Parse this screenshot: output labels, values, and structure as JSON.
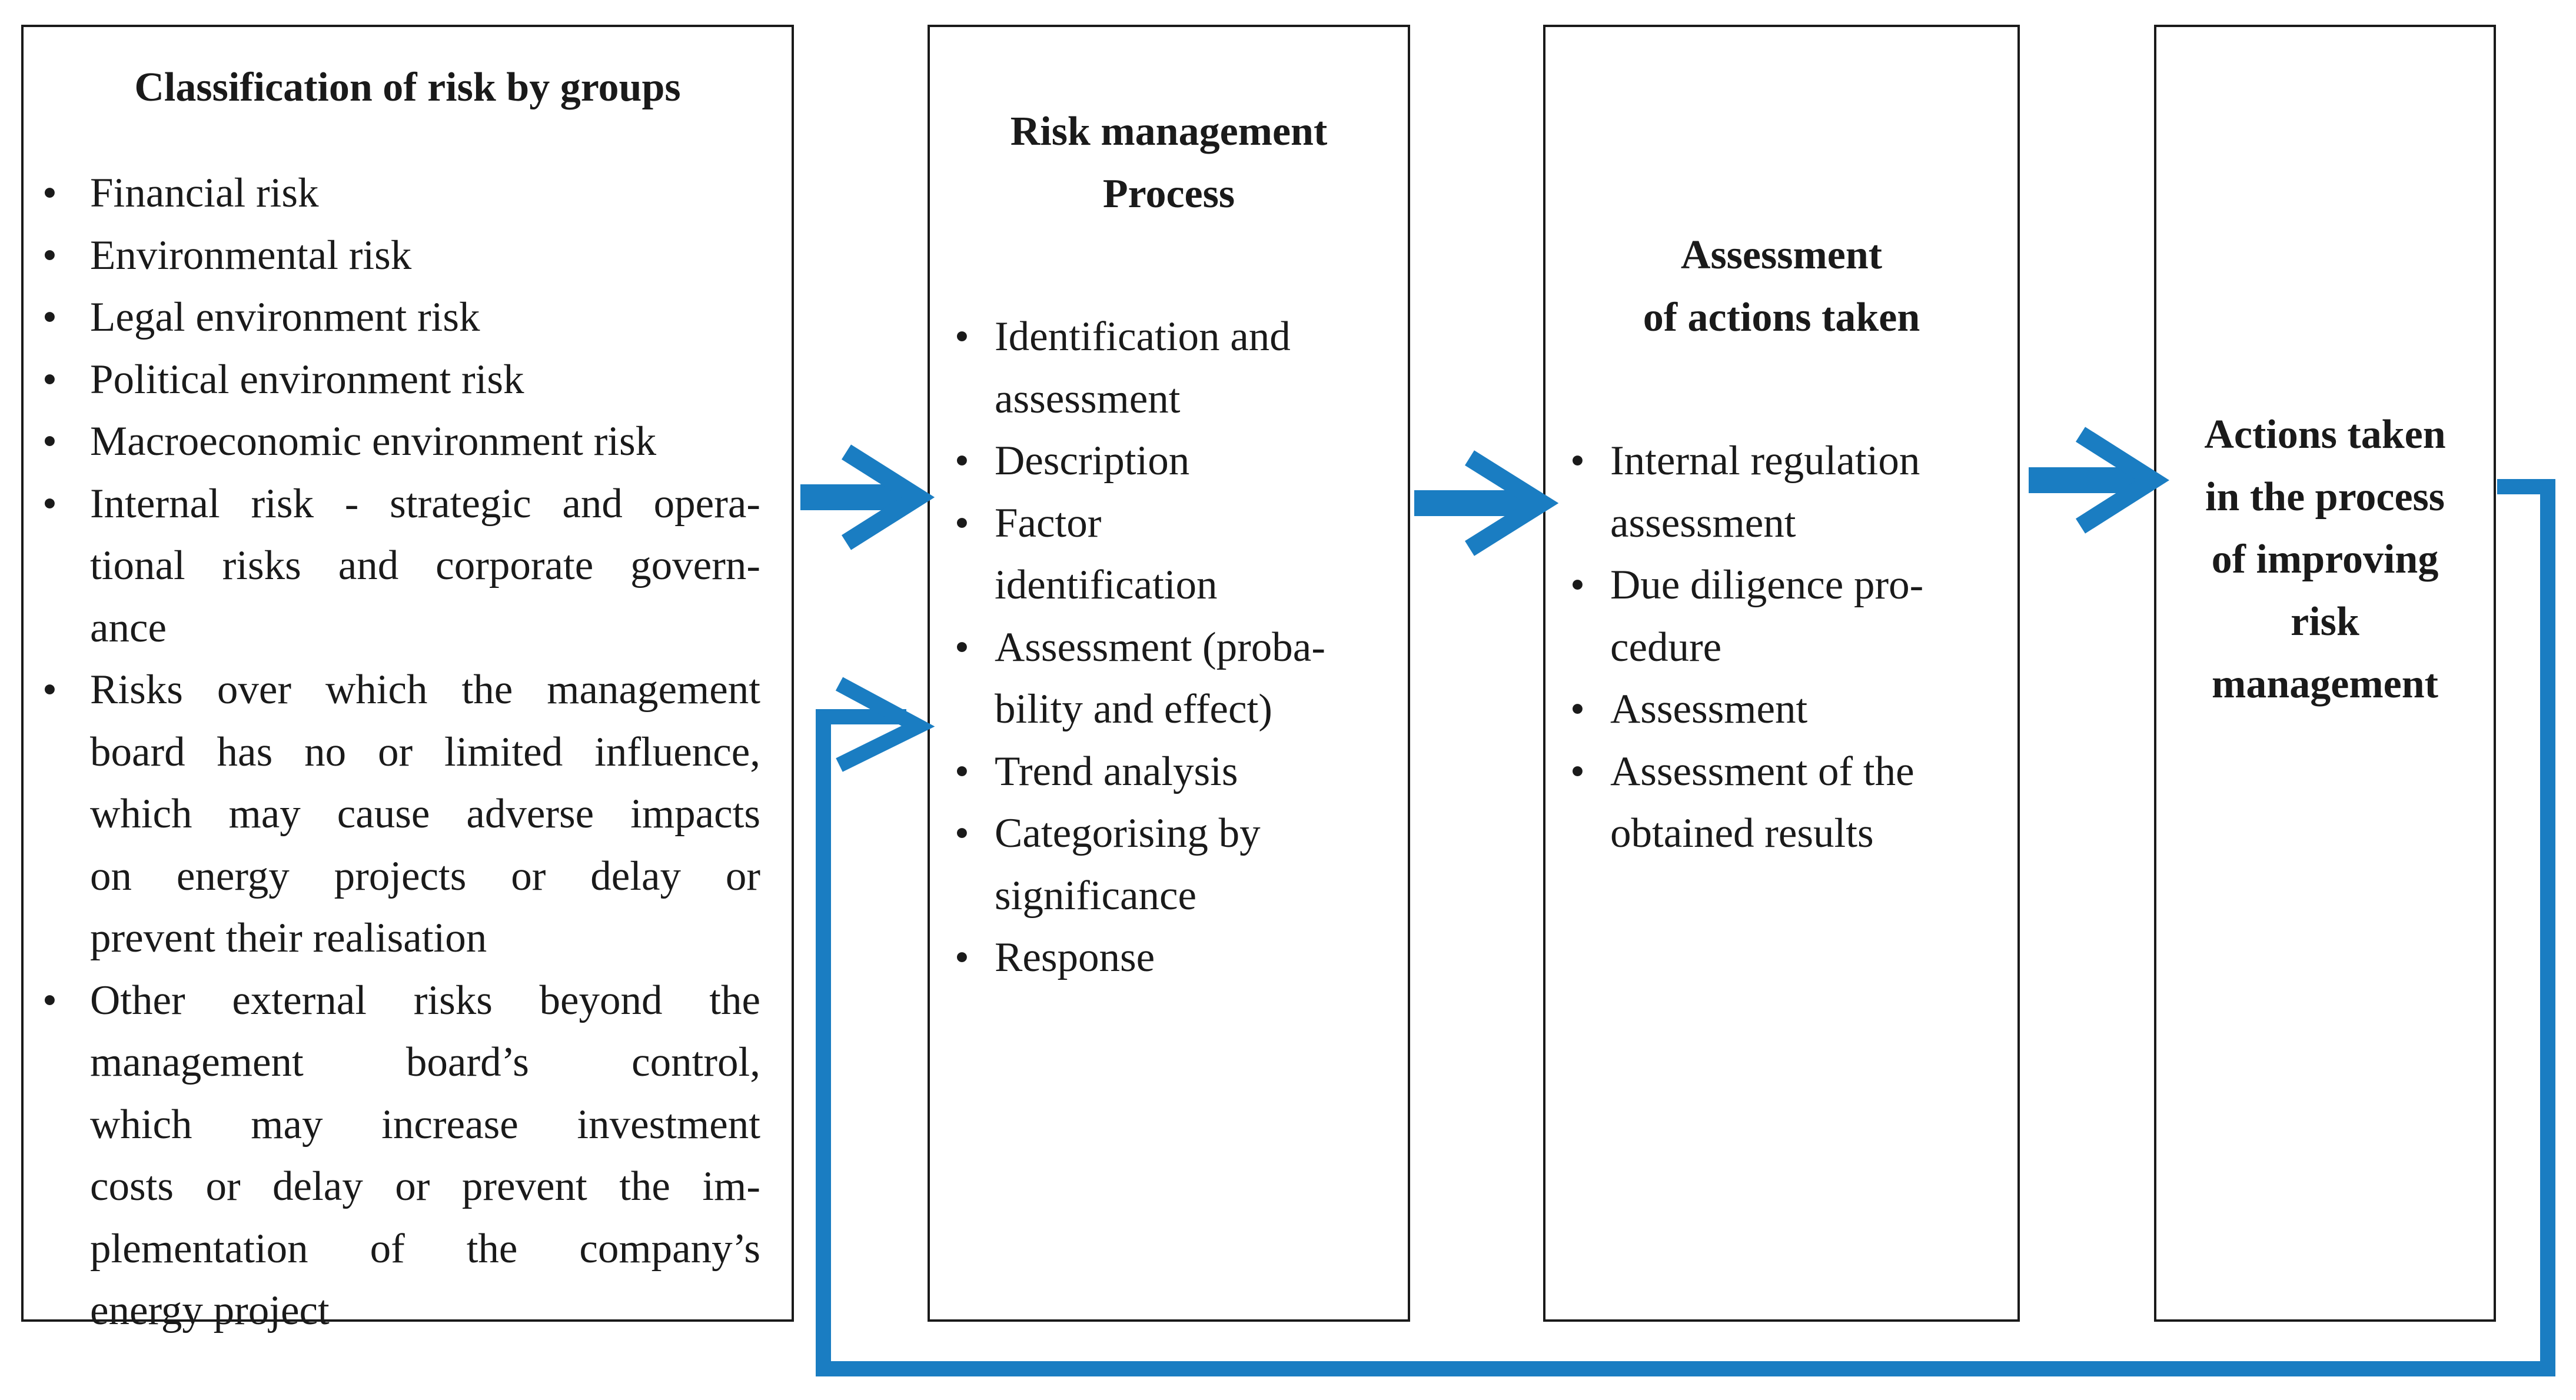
{
  "colors": {
    "arrow": "#1a7dc2",
    "border": "#1a1a1a",
    "text": "#1a1a1a"
  },
  "box1": {
    "title": "Classification of risk by groups",
    "items": [
      {
        "lines": [
          "Financial risk"
        ]
      },
      {
        "lines": [
          "Environmental risk"
        ]
      },
      {
        "lines": [
          "Legal environment risk"
        ]
      },
      {
        "lines": [
          "Political environment risk"
        ]
      },
      {
        "lines": [
          "Macroeconomic environment risk"
        ]
      },
      {
        "lines": [
          "Internal risk - strategic and opera-",
          "tional risks and corporate govern-",
          "ance"
        ]
      },
      {
        "lines": [
          "Risks over which the management",
          "board has no or limited influence,",
          "which may cause adverse impacts",
          "on energy projects or delay or",
          "prevent their realisation"
        ]
      },
      {
        "lines": [
          "Other external risks beyond the",
          "management board’s control,",
          "which may increase investment",
          "costs or delay or prevent the im-",
          "plementation of the company’s",
          "energy project"
        ]
      }
    ]
  },
  "box2": {
    "title_line1": "Risk management",
    "title_line2": "Process",
    "items": [
      {
        "lines": [
          "Identification and",
          "assessment"
        ]
      },
      {
        "lines": [
          "Description"
        ]
      },
      {
        "lines": [
          "Factor",
          "identification"
        ]
      },
      {
        "lines": [
          "Assessment (proba-",
          "bility and effect)"
        ]
      },
      {
        "lines": [
          "Trend analysis"
        ]
      },
      {
        "lines": [
          "Categorising by",
          "significance"
        ]
      },
      {
        "lines": [
          "Response"
        ]
      }
    ]
  },
  "box3": {
    "title_line1": "Assessment",
    "title_line2": "of actions taken",
    "items": [
      {
        "lines": [
          "Internal regulation",
          "assessment"
        ]
      },
      {
        "lines": [
          "Due diligence pro-",
          "cedure"
        ]
      },
      {
        "lines": [
          "Assessment"
        ]
      },
      {
        "lines": [
          "Assessment of the",
          "obtained results"
        ]
      }
    ]
  },
  "box4": {
    "title_lines": [
      "Actions taken",
      "in the process",
      "of improving",
      "risk",
      "management"
    ]
  }
}
